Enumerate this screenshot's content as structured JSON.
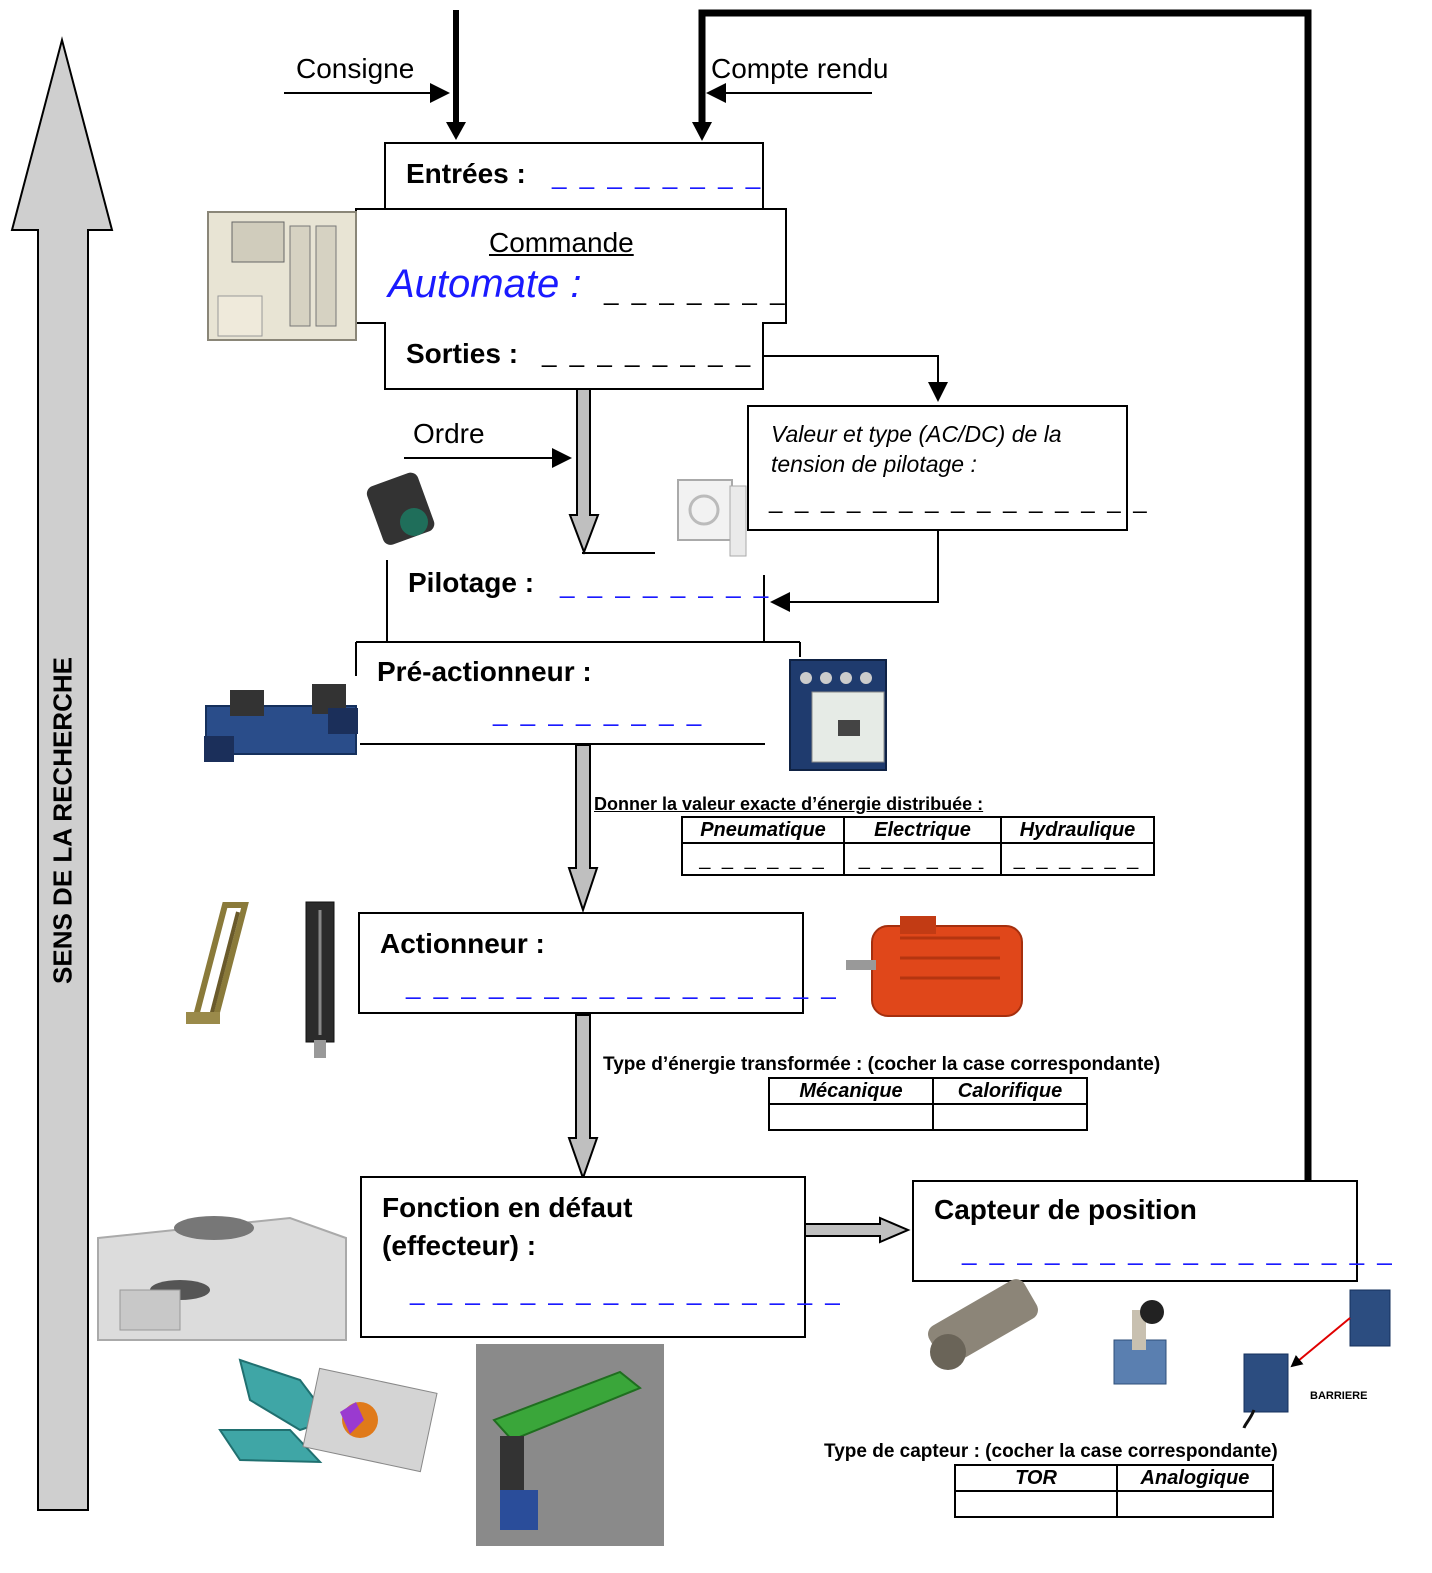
{
  "side_arrow_label": "SENS DE LA RECHERCHE",
  "flow": {
    "consigne": "Consigne",
    "compte_rendu": "Compte rendu",
    "ordre": "Ordre"
  },
  "entrees": {
    "label": "Entrées :",
    "blank": "_ _ _ _ _ _ _ _"
  },
  "commande": {
    "title": "Commande",
    "automate": "Automate :",
    "blank": "_ _ _ _ _ _ _"
  },
  "sorties": {
    "label": "Sorties :",
    "blank": "_ _ _ _ _ _ _ _"
  },
  "tension": {
    "text_line1": "Valeur et type (AC/DC) de la",
    "text_line2": "tension de pilotage :",
    "blank": "_ _ _ _ _ _ _ _ _ _ _ _ _ _ _"
  },
  "pilotage": {
    "label": "Pilotage :",
    "blank": "_ _ _ _ _ _ _ _"
  },
  "preactionneur": {
    "label": "Pré-actionneur :",
    "blank": "_ _ _ _ _ _ _ _"
  },
  "energie_distribuee": {
    "question": "Donner la valeur exacte d’énergie distribuée :",
    "columns": [
      "Pneumatique",
      "Electrique",
      "Hydraulique"
    ],
    "blanks": [
      "_ _ _ _ _ _",
      "_ _ _ _ _ _",
      "_ _ _ _ _ _"
    ]
  },
  "actionneur": {
    "label": "Actionneur :",
    "blank": "_ _ _ _ _ _ _ _ _ _ _ _ _ _ _ _"
  },
  "energie_transformee": {
    "question": "Type d’énergie transformée : (cocher la case correspondante)",
    "columns": [
      "Mécanique",
      "Calorifique"
    ]
  },
  "fonction": {
    "label_line1": "Fonction en défaut",
    "label_line2": "(effecteur) :",
    "blank": "_ _ _ _ _ _ _ _ _ _ _ _ _ _ _ _"
  },
  "capteur": {
    "label": "Capteur de position",
    "blank": "_ _ _ _ _ _ _ _ _ _ _ _ _ _ _ _",
    "barriere_label": "BARRIERE"
  },
  "type_capteur": {
    "question": "Type de capteur : (cocher la case correspondante)",
    "columns": [
      "TOR",
      "Analogique"
    ]
  },
  "colors": {
    "blank_blue": "#1a1aff",
    "arrow_gray": "#bfbfbf",
    "plc_beige": "#e8e4d4",
    "contactor_blue": "#1f3b6e",
    "motor_orange": "#e0471a"
  }
}
